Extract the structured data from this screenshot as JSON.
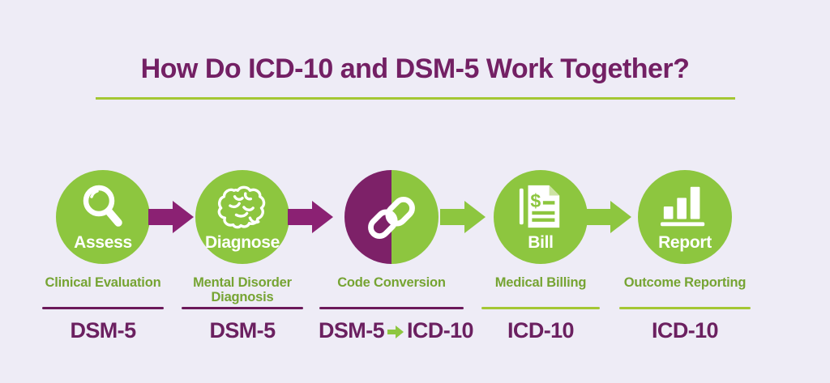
{
  "title": "How Do ICD-10 and DSM-5 Work Together?",
  "colors": {
    "background": "#eeecf6",
    "title_purple": "#732064",
    "circle_green": "#8dc63f",
    "half_circle_purple": "#7d2168",
    "arrow_purple": "#8b2173",
    "arrow_green": "#8dc63f",
    "label_green": "#76a433",
    "underline_purple": "#6b195a",
    "underline_green": "#a4c733",
    "code_purple": "#6b2060",
    "icon_white": "#ffffff"
  },
  "steps": [
    {
      "icon": "magnifier-icon",
      "circle_label": "Assess",
      "label": "Clinical Evaluation",
      "code": "DSM-5",
      "underline_color": "purple",
      "arrow_after": "purple"
    },
    {
      "icon": "brain-icon",
      "circle_label": "Diagnose",
      "label": "Mental Disorder Diagnosis",
      "code": "DSM-5",
      "underline_color": "purple",
      "arrow_after": "purple"
    },
    {
      "icon": "chain-link-icon",
      "circle_label": "",
      "label": "Code Conversion",
      "code_from": "DSM-5",
      "code_to": "ICD-10",
      "underline_color": "purple",
      "arrow_after": "green"
    },
    {
      "icon": "invoice-icon",
      "circle_label": "Bill",
      "label": "Medical Billing",
      "code": "ICD-10",
      "underline_color": "green",
      "arrow_after": "green"
    },
    {
      "icon": "bar-chart-icon",
      "circle_label": "Report",
      "label": "Outcome Reporting",
      "code": "ICD-10",
      "underline_color": "green",
      "arrow_after": "none"
    }
  ]
}
